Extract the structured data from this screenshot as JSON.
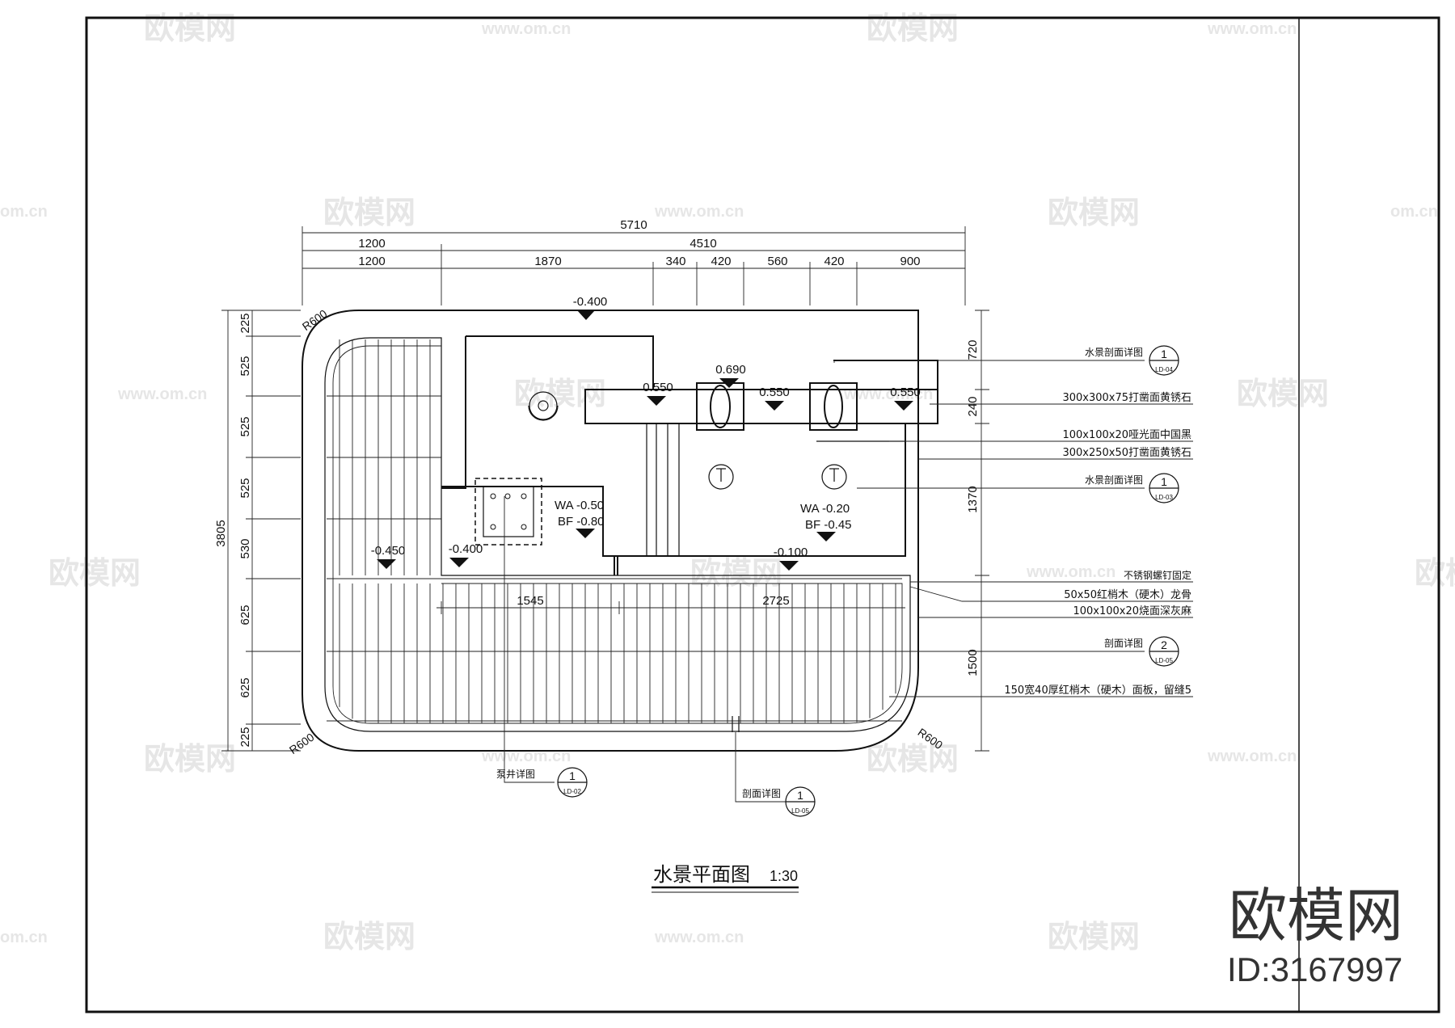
{
  "watermark": {
    "logo": "欧模网",
    "url": "www.om.cn",
    "url_short": "om.cn"
  },
  "brand": {
    "name": "欧模网",
    "id": "ID:3167997"
  },
  "title": {
    "main": "水景平面图",
    "scale": "1:30"
  },
  "dims_top": {
    "total": "5710",
    "row2": [
      "1200",
      "4510"
    ],
    "row3": [
      "1200",
      "1870",
      "340",
      "420",
      "560",
      "420",
      "900"
    ]
  },
  "dims_left": {
    "total": "3805",
    "parts": [
      "225",
      "525",
      "525",
      "525",
      "530",
      "625",
      "625",
      "225"
    ]
  },
  "dims_right": [
    "720",
    "240",
    "1370",
    "1500"
  ],
  "dims_inner": [
    "1545",
    "2725"
  ],
  "radii": [
    "R600",
    "R600",
    "R600"
  ],
  "levels": [
    "-0.400",
    "0.550",
    "0.690",
    "0.550",
    "0.550",
    "-0.450",
    "-0.400",
    "-0.100"
  ],
  "water_left": {
    "wa": "WA -0.50",
    "bf": "BF -0.80"
  },
  "water_right": {
    "wa": "WA -0.20",
    "bf": "BF -0.45"
  },
  "callouts": [
    {
      "text": "水景剖面详图",
      "num": "1",
      "ref": "LD-04"
    },
    {
      "text": "300x300x75打凿面黄锈石"
    },
    {
      "text": "100x100x20哑光面中国黑"
    },
    {
      "text": "300x250x50打凿面黄锈石"
    },
    {
      "text": "水景剖面详图",
      "num": "1",
      "ref": "LD-03"
    },
    {
      "text": "不锈钢螺钉固定"
    },
    {
      "text": "50x50红梢木（硬木）龙骨"
    },
    {
      "text": "100x100x20烧面深灰麻"
    },
    {
      "text": "剖面详图",
      "num": "2",
      "ref": "LD-05"
    },
    {
      "text": "150宽40厚红梢木（硬木）面板，留缝5"
    }
  ],
  "bottom_callouts": [
    {
      "text": "泵井详图",
      "num": "1",
      "ref": "LD-02"
    },
    {
      "text": "剖面详图",
      "num": "1",
      "ref": "LD-05"
    }
  ]
}
